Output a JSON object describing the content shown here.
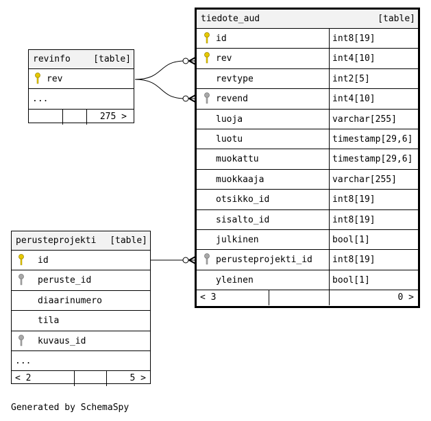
{
  "tiedote_aud": {
    "name": "tiedote_aud",
    "type": "[table]",
    "columns": [
      {
        "name": "id",
        "type": "int8[19]",
        "key": "primary"
      },
      {
        "name": "rev",
        "type": "int4[10]",
        "key": "primary"
      },
      {
        "name": "revtype",
        "type": "int2[5]",
        "key": "none"
      },
      {
        "name": "revend",
        "type": "int4[10]",
        "key": "foreign"
      },
      {
        "name": "luoja",
        "type": "varchar[255]",
        "key": "none"
      },
      {
        "name": "luotu",
        "type": "timestamp[29,6]",
        "key": "none"
      },
      {
        "name": "muokattu",
        "type": "timestamp[29,6]",
        "key": "none"
      },
      {
        "name": "muokkaaja",
        "type": "varchar[255]",
        "key": "none"
      },
      {
        "name": "otsikko_id",
        "type": "int8[19]",
        "key": "none"
      },
      {
        "name": "sisalto_id",
        "type": "int8[19]",
        "key": "none"
      },
      {
        "name": "julkinen",
        "type": "bool[1]",
        "key": "none"
      },
      {
        "name": "perusteprojekti_id",
        "type": "int8[19]",
        "key": "foreign"
      },
      {
        "name": "yleinen",
        "type": "bool[1]",
        "key": "none"
      }
    ],
    "footer": {
      "parents": "< 3",
      "children": "0 >"
    }
  },
  "revinfo": {
    "name": "revinfo",
    "type": "[table]",
    "columns": [
      {
        "name": "rev",
        "key": "primary"
      }
    ],
    "ellipsis": "...",
    "footer": {
      "children": "275 >"
    }
  },
  "perusteprojekti": {
    "name": "perusteprojekti",
    "type": "[table]",
    "columns": [
      {
        "name": "id",
        "key": "primary"
      },
      {
        "name": "peruste_id",
        "key": "foreign"
      },
      {
        "name": "diaarinumero",
        "key": "none"
      },
      {
        "name": "tila",
        "key": "none"
      },
      {
        "name": "kuvaus_id",
        "key": "foreign"
      }
    ],
    "ellipsis": "...",
    "footer": {
      "parents": "< 2",
      "children": "5 >"
    }
  },
  "colors": {
    "primary_key": "#e6c800",
    "foreign_key": "#a8a8a8",
    "header_bg": "#f2f2f2"
  },
  "generated_by": "Generated by SchemaSpy"
}
